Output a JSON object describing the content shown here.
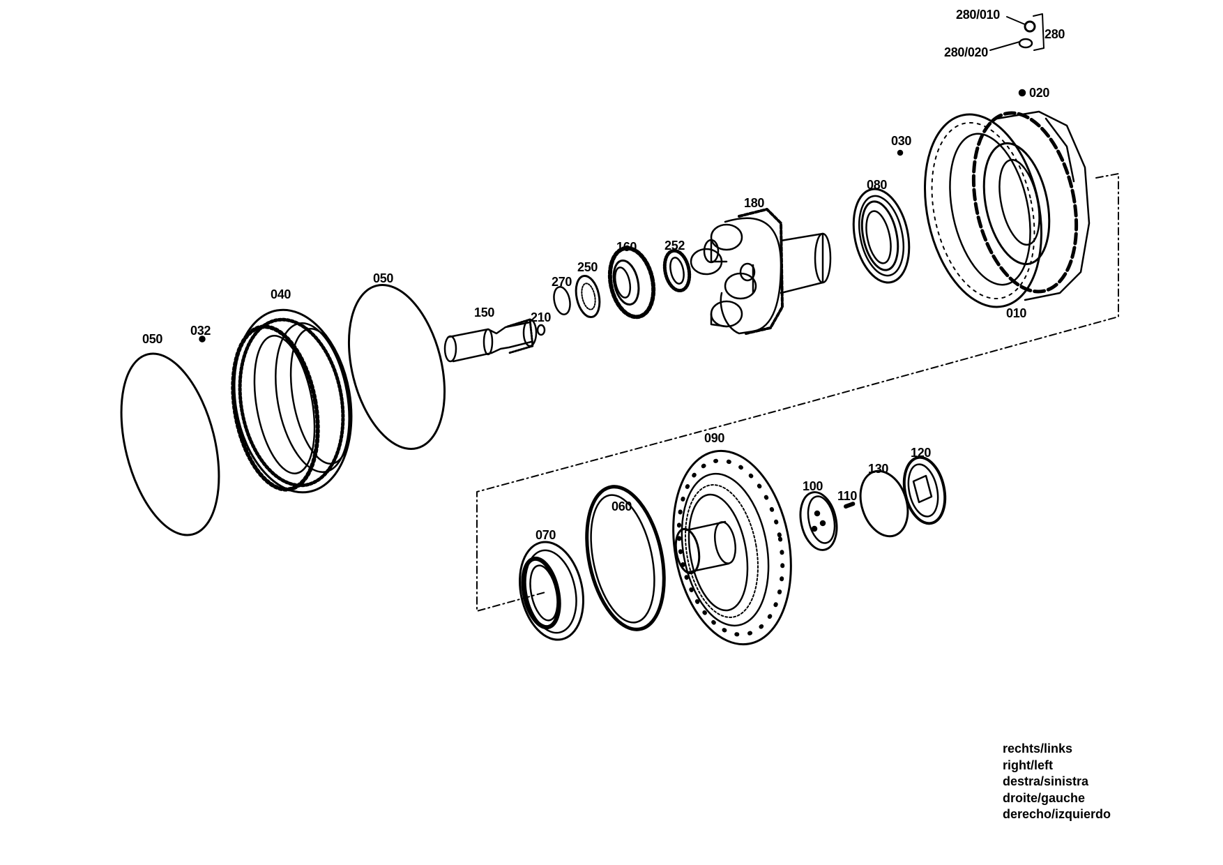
{
  "labels": {
    "p010": "010",
    "p020": "020",
    "p030": "030",
    "p032": "032",
    "p040": "040",
    "p050a": "050",
    "p050b": "050",
    "p060": "060",
    "p070": "070",
    "p080": "080",
    "p090": "090",
    "p100": "100",
    "p110": "110",
    "p120": "120",
    "p130": "130",
    "p150": "150",
    "p160": "160",
    "p180": "180",
    "p210": "210",
    "p250": "250",
    "p252": "252",
    "p270": "270",
    "p280": "280",
    "p280_010": "280/010",
    "p280_020": "280/020"
  },
  "legend": [
    "rechts/links",
    "right/left",
    "destra/sinistra",
    "droite/gauche",
    "derecho/izquierdo"
  ],
  "colors": {
    "ink": "#000000",
    "paper": "#ffffff"
  }
}
